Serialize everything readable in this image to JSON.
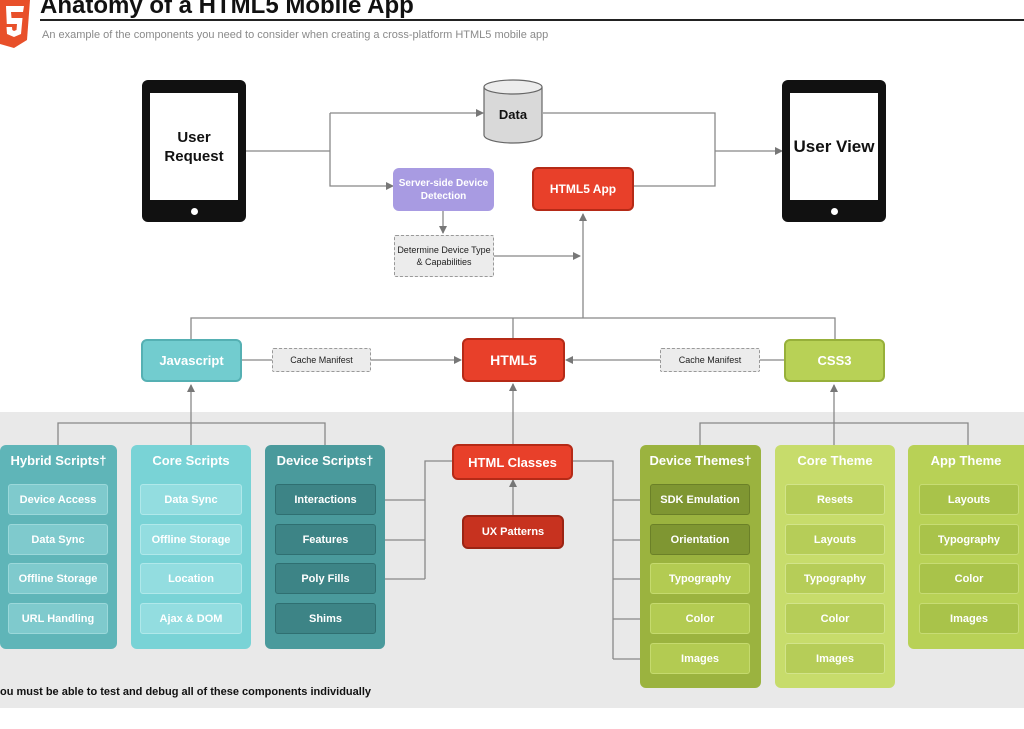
{
  "header": {
    "title": "Anatomy of a HTML5 Mobile App",
    "subtitle": "An example of the components you need to consider when creating a cross-platform HTML5 mobile app"
  },
  "top": {
    "user_request": "User Request",
    "user_view": "User View",
    "data": "Data",
    "server_detection": "Server-side Device Detection",
    "html5_app": "HTML5 App",
    "determine_device": "Determine Device Type & Capabilities"
  },
  "middle": {
    "javascript": "Javascript",
    "html5": "HTML5",
    "css3": "CSS3",
    "cache_manifest_left": "Cache Manifest",
    "cache_manifest_right": "Cache Manifest",
    "html_classes": "HTML Classes",
    "ux_patterns": "UX Patterns"
  },
  "panels": {
    "hybrid": {
      "title": "Hybrid Scripts†",
      "items": [
        "Device Access",
        "Data Sync",
        "Offline Storage",
        "URL Handling"
      ]
    },
    "core_scripts": {
      "title": "Core Scripts",
      "items": [
        "Data Sync",
        "Offline Storage",
        "Location",
        "Ajax & DOM"
      ]
    },
    "device_scripts": {
      "title": "Device Scripts†",
      "items": [
        "Interactions",
        "Features",
        "Poly Fills",
        "Shims"
      ]
    },
    "device_themes": {
      "title": "Device Themes†",
      "items": [
        "SDK Emulation",
        "Orientation",
        "Typography",
        "Color",
        "Images"
      ]
    },
    "core_theme": {
      "title": "Core Theme",
      "items": [
        "Resets",
        "Layouts",
        "Typography",
        "Color",
        "Images"
      ]
    },
    "app_theme": {
      "title": "App Theme",
      "items": [
        "Layouts",
        "Typography",
        "Color",
        "Images"
      ]
    }
  },
  "footnote": "ou must be able to test and debug all of these components individually",
  "colors": {
    "red": "#e8402a",
    "teal": "#72cccf",
    "dark_teal": "#4a9a9c",
    "lime": "#b8d156",
    "olive": "#9bb33f",
    "purple": "#a89be2"
  }
}
